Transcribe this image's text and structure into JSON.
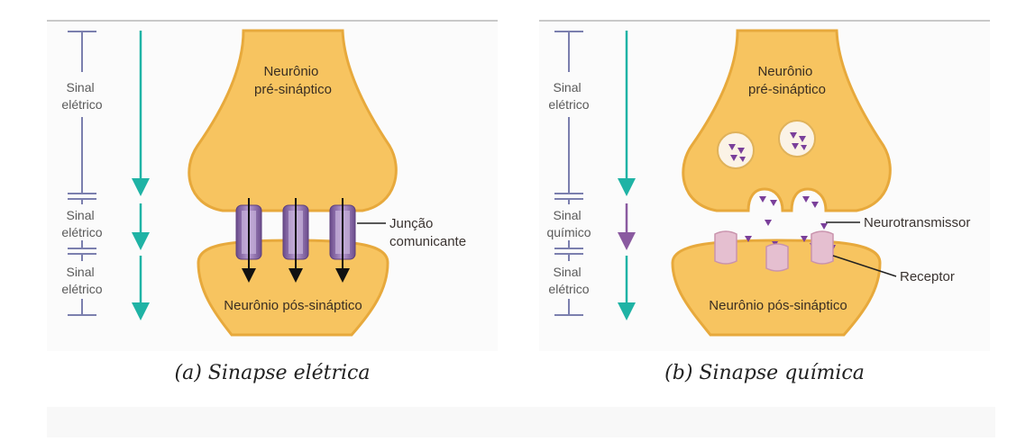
{
  "panel_a": {
    "signals": [
      "Sinal elétrico",
      "Sinal elétrico",
      "Sinal elétrico"
    ],
    "pre_neuron": [
      "Neurônio",
      "pré-sináptico"
    ],
    "post_neuron": "Neurônio pós-sináptico",
    "callout": [
      "Junção",
      "comunicante"
    ],
    "caption": "(a) Sinapse elétrica"
  },
  "panel_b": {
    "signals": [
      "Sinal elétrico",
      "Sinal químico",
      "Sinal elétrico"
    ],
    "pre_neuron": [
      "Neurônio",
      "pré-sináptico"
    ],
    "post_neuron": "Neurônio pós-sináptico",
    "callout_neurotransmitter": "Neurotransmissor",
    "callout_receptor": "Receptor",
    "caption": "(b) Sinapse química"
  },
  "colors": {
    "neuron_fill": "#f7c460",
    "neuron_outline": "#e7a93c",
    "scale_line": "#7b7fae",
    "arrow_teal": "#1fb3a5",
    "arrow_purple": "#8a5aa0",
    "channel": "#8a6aa8",
    "receptor": "#e5bfd0",
    "vesicle_dot": "#7a3f9a"
  }
}
